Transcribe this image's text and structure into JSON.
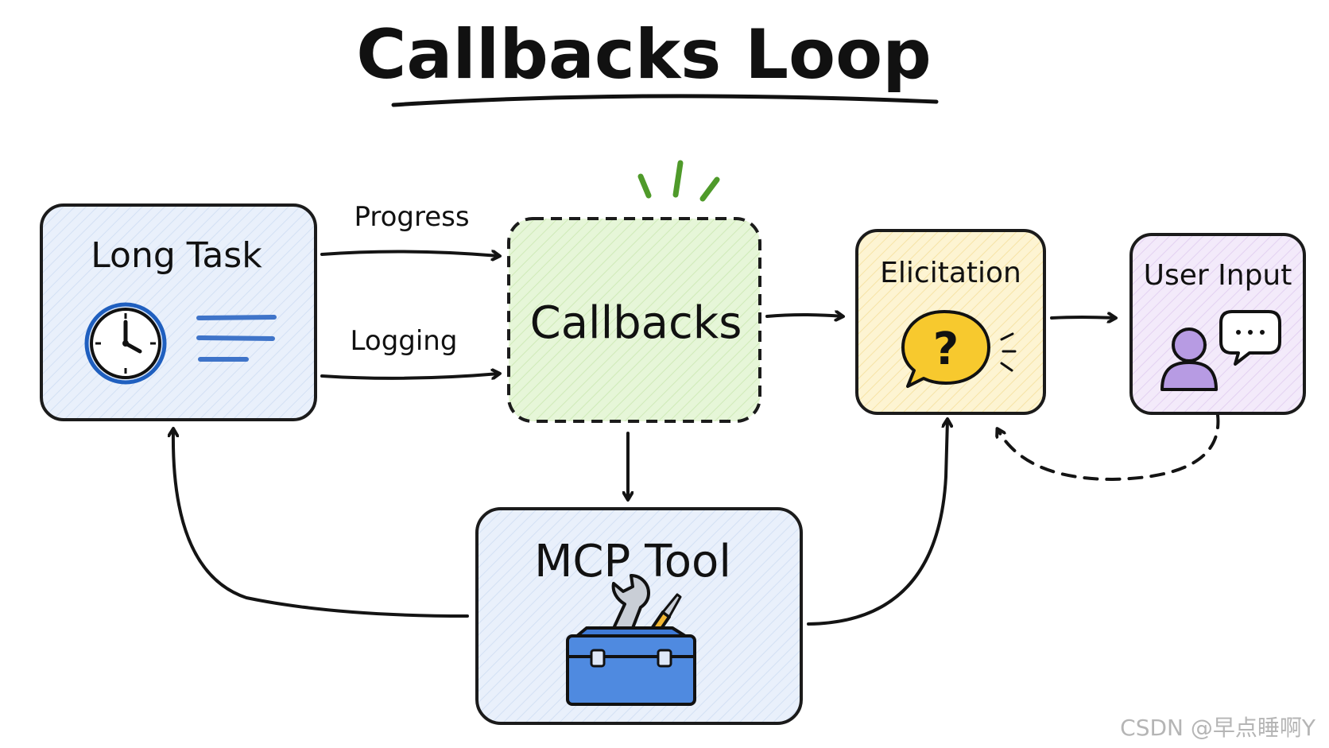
{
  "title": "Callbacks Loop",
  "nodes": {
    "long_task": {
      "label": "Long Task",
      "icon": "clock-icon",
      "color": "#e9f0fb"
    },
    "callbacks": {
      "label": "Callbacks",
      "icon": "burst-icon",
      "color": "#e4f5d6"
    },
    "elicitation": {
      "label": "Elicitation",
      "icon": "question-bubble-icon",
      "color": "#fdf3cf"
    },
    "user_input": {
      "label": "User Input",
      "icon": "user-chat-icon",
      "color": "#f2e8f9"
    },
    "mcp_tool": {
      "label": "MCP Tool",
      "icon": "toolbox-icon",
      "color": "#e9f0fb"
    }
  },
  "edges": [
    {
      "from": "long_task",
      "to": "callbacks",
      "label": "Progress",
      "style": "solid"
    },
    {
      "from": "long_task",
      "to": "callbacks",
      "label": "Logging",
      "style": "solid"
    },
    {
      "from": "callbacks",
      "to": "elicitation",
      "label": "",
      "style": "solid"
    },
    {
      "from": "elicitation",
      "to": "user_input",
      "label": "",
      "style": "solid"
    },
    {
      "from": "user_input",
      "to": "elicitation",
      "label": "",
      "style": "dashed"
    },
    {
      "from": "callbacks",
      "to": "mcp_tool",
      "label": "",
      "style": "solid"
    },
    {
      "from": "mcp_tool",
      "to": "long_task",
      "label": "",
      "style": "solid"
    },
    {
      "from": "mcp_tool",
      "to": "elicitation",
      "label": "",
      "style": "solid"
    }
  ],
  "watermark": "CSDN @早点睡啊Y"
}
